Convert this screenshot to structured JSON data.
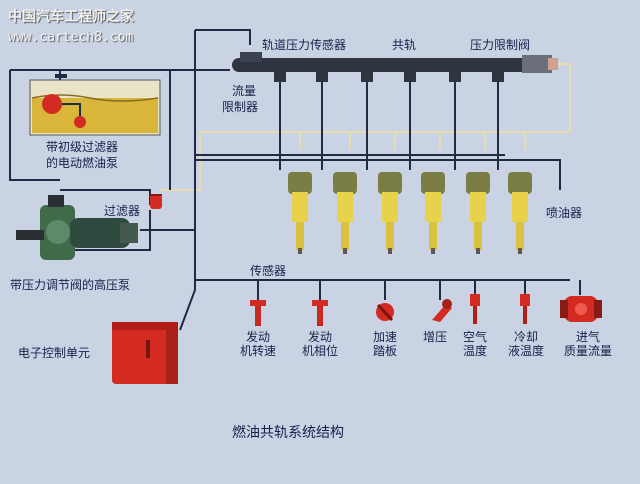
{
  "watermark": {
    "site_cn": "中国汽车工程师之家",
    "url": "www.cartech8.com"
  },
  "labels": {
    "rail_pressure_sensor": "轨道压力传感器",
    "common_rail": "共轨",
    "pressure_limit_valve": "压力限制阀",
    "flow_limiter_line1": "流量",
    "flow_limiter_line2": "限制器",
    "electric_pump_line1": "带初级过滤器",
    "electric_pump_line2": "的电动燃油泵",
    "filter": "过滤器",
    "injector": "喷油器",
    "high_pressure_pump": "带压力调节阀的高压泵",
    "sensors": "传感器",
    "ecu": "电子控制单元"
  },
  "sensor_items": [
    {
      "line1": "发动",
      "line2": "机转速"
    },
    {
      "line1": "发动",
      "line2": "机相位"
    },
    {
      "line1": "加速",
      "line2": "踏板"
    },
    {
      "line1": "增压",
      "line2": ""
    },
    {
      "line1": "空气",
      "line2": "温度"
    },
    {
      "line1": "冷却",
      "line2": "液温度"
    },
    {
      "line1": "进气",
      "line2": "质量流量"
    }
  ],
  "caption": "燃油共轨系统结构",
  "colors": {
    "background": "#c9d3e3",
    "line": "#1f2a44",
    "return_line": "#e8dcae",
    "rail": "#2e3440",
    "injector_body": "#e7d24a",
    "red": "#d32a22",
    "tank_fuel": "#d9b53a",
    "pump_green": "#3f6b4a",
    "text": "#1b1f4a"
  },
  "icons": [
    "injector-icon",
    "sensor-icon",
    "pump-icon",
    "tank-icon",
    "ecu-icon",
    "filter-icon",
    "valve-icon"
  ]
}
